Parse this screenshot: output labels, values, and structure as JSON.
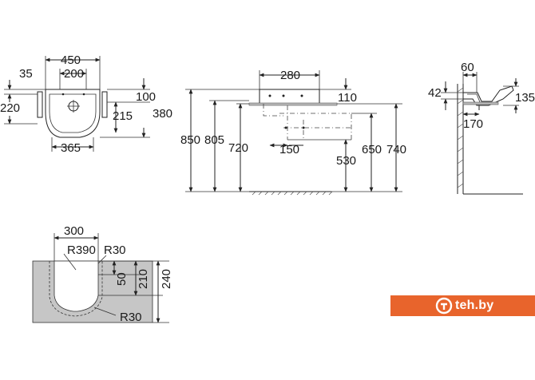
{
  "front_view": {
    "width_total": "450",
    "width_inner": "200",
    "top_offset": "35",
    "left_height": "220",
    "right_top": "100",
    "right_height": "380",
    "inner_depth": "215",
    "bottom_width": "365"
  },
  "side_view": {
    "top_width": "280",
    "depth_small": "110",
    "h_850": "850",
    "h_805": "805",
    "h_720": "720",
    "offset_150": "150",
    "h_530": "530",
    "h_650": "650",
    "h_740": "740"
  },
  "profile_view": {
    "top_60": "60",
    "left_42": "42",
    "right_135": "135",
    "bottom_170": "170"
  },
  "cutout_view": {
    "width_300": "300",
    "radius_390": "R390",
    "radius_30_top": "R30",
    "h_50": "50",
    "h_210": "210",
    "h_240": "240",
    "radius_30_bottom": "R30"
  },
  "badge": {
    "label": "teh.by",
    "bg_color": "#e8642c",
    "icon": "teh-logo-icon"
  }
}
